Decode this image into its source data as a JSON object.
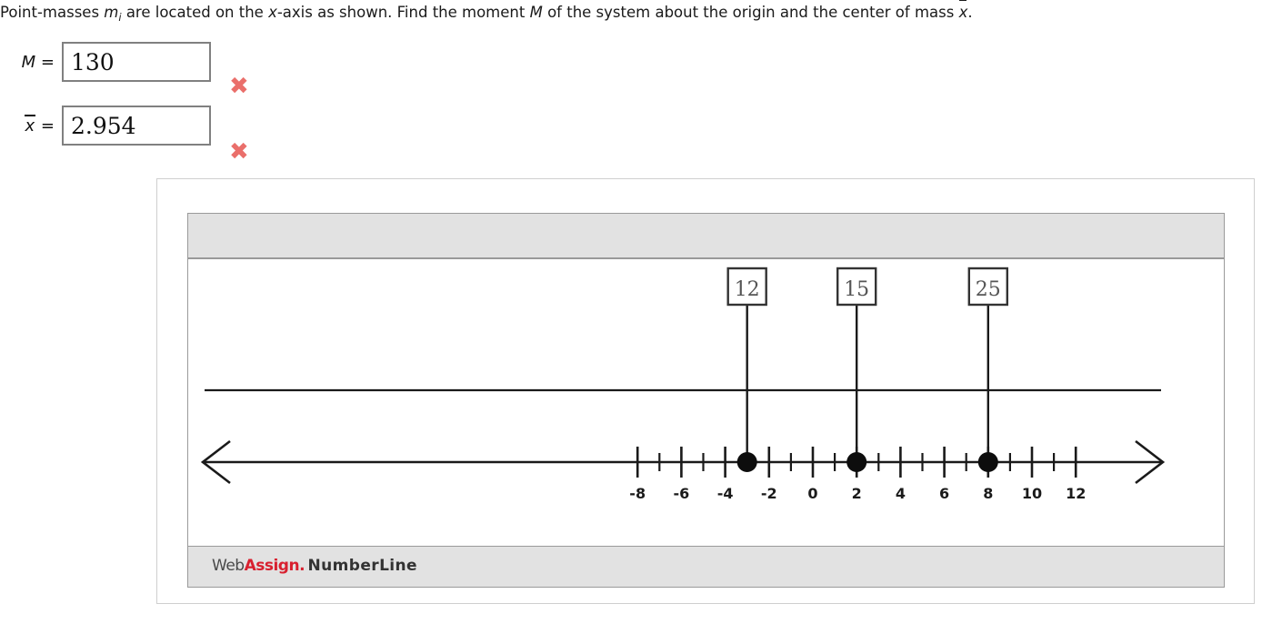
{
  "question": {
    "text_part1": "Point-masses ",
    "symbol_m": "m",
    "symbol_m_sub": "i",
    "text_part2": " are located on the ",
    "symbol_x1": "x",
    "text_part3": "-axis as shown. Find the moment ",
    "symbol_M": "M",
    "text_part4": " of the system about the origin and the center of mass ",
    "symbol_xbar": "x",
    "text_part5": "."
  },
  "answers": [
    {
      "name": "moment",
      "label_symbol": "M",
      "label_equals": "=",
      "value": "130",
      "placeholder": "",
      "status": "incorrect",
      "status_mark": "✖"
    },
    {
      "name": "center-of-mass",
      "label_symbol": "x",
      "label_equals": "=",
      "value": "2.954",
      "placeholder": "",
      "status": "incorrect",
      "status_mark": "✖"
    }
  ],
  "applet": {
    "toolbar_items": [],
    "footer": {
      "brand_web": "Web",
      "brand_assign": "Assign",
      "brand_dot": ".",
      "brand_app": "NumberLine"
    }
  },
  "chart_data": {
    "type": "scatter",
    "title": "",
    "xlabel": "",
    "ylabel": "",
    "xlim": [
      -9,
      13
    ],
    "tick_step": 1,
    "labeled_tick_step": 2,
    "tick_labels": [
      "-8",
      "-6",
      "-4",
      "-2",
      "0",
      "2",
      "4",
      "6",
      "8",
      "10",
      "12"
    ],
    "tick_label_values": [
      -8,
      -6,
      -4,
      -2,
      0,
      2,
      4,
      6,
      8,
      10,
      12
    ],
    "grid": false,
    "legend": "none",
    "point_masses": [
      {
        "position": -3,
        "mass": 12,
        "mass_label": "12"
      },
      {
        "position": 2,
        "mass": 15,
        "mass_label": "15"
      },
      {
        "position": 8,
        "mass": 25,
        "mass_label": "25"
      }
    ],
    "axis_style": {
      "double_arrow": true,
      "color": "#1a1a1a"
    },
    "separator_line": true
  },
  "colors": {
    "incorrect_mark": "#ea6f6b",
    "brand_red": "#d8202f",
    "panel_gray": "#e2e2e2",
    "axis_black": "#1a1a1a",
    "input_border": "#808080"
  }
}
